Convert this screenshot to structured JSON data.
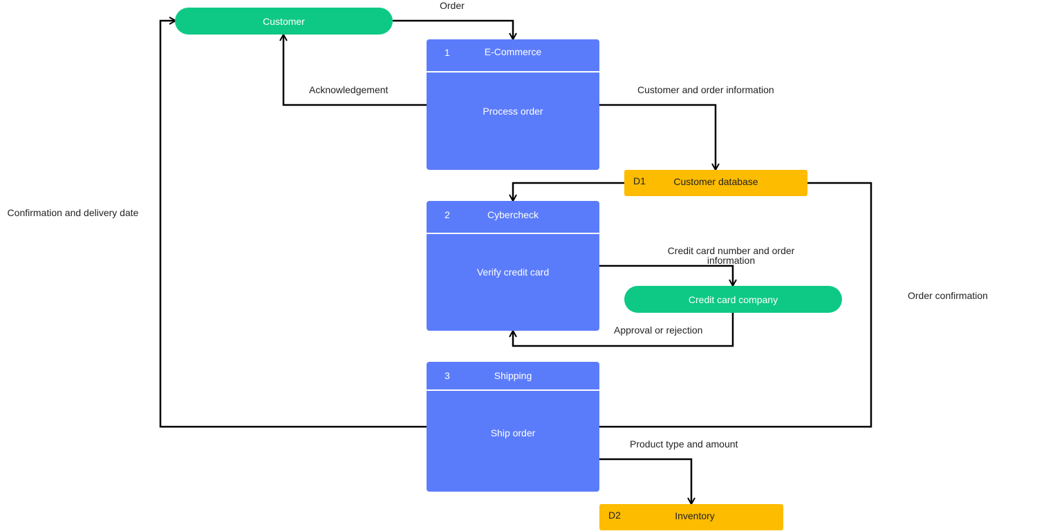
{
  "diagram": {
    "colors": {
      "terminator": "#0ec986",
      "process": "#5b7cfa",
      "store": "#fdbc00",
      "connector": "#000000"
    },
    "entities": {
      "customer": "Customer",
      "credit_card_company": "Credit card company"
    },
    "processes": [
      {
        "id": "1",
        "title": "E-Commerce",
        "text": "Process order"
      },
      {
        "id": "2",
        "title": "Cybercheck",
        "text": "Verify credit card"
      },
      {
        "id": "3",
        "title": "Shipping",
        "text": "Ship order"
      }
    ],
    "stores": [
      {
        "id": "D1",
        "name": "Customer database"
      },
      {
        "id": "D2",
        "name": "Inventory"
      }
    ],
    "flows": {
      "order": "Order",
      "acknowledgement": "Acknowledgement",
      "customer_and_order_info": "Customer and order information",
      "confirmation_and_delivery": "Confirmation and delivery date",
      "credit_card_number": "Credit card number and order information",
      "approval_or_rejection": "Approval or rejection",
      "order_confirmation": "Order confirmation",
      "product_type_and_amount": "Product type and amount"
    }
  }
}
